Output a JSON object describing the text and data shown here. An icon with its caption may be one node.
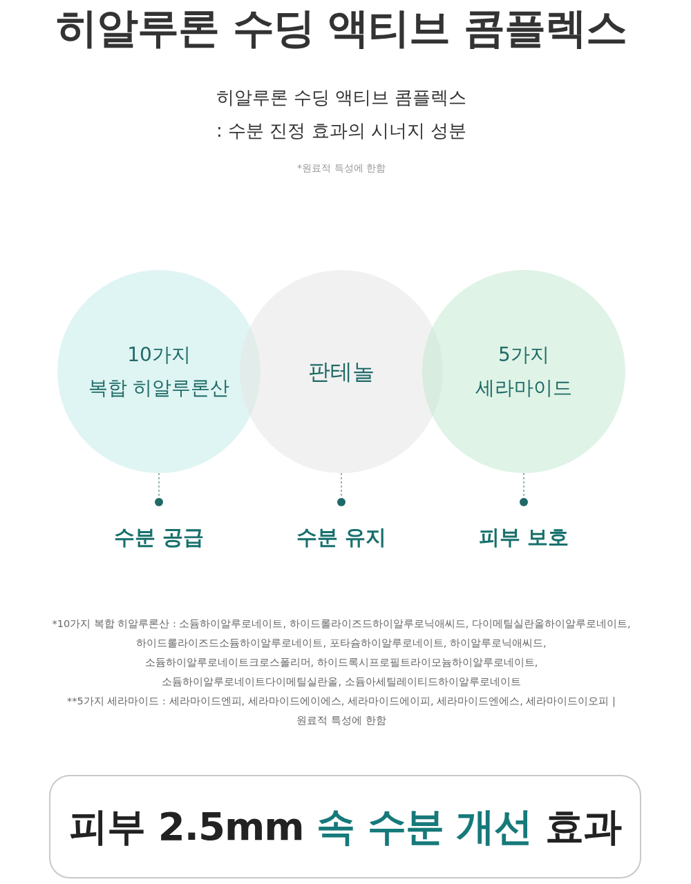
{
  "diagram": {
    "title": "히알루론 수딩 액티브 콤플렉스",
    "nodes": [
      {
        "text": [
          "10가지 복합 히알루론산"
        ]
      },
      {
        "text": [
          "판테놀"
        ]
      },
      {
        "text": [
          "5가지 세라마이드"
        ]
      },
      {
        "text": [],
        "shape": "circle",
        "beside": [
          "수분 공급"
        ]
      },
      {
        "text": [],
        "shape": "circle",
        "beside": [
          "수분 유지"
        ]
      },
      {
        "text": [],
        "shape": "circle",
        "beside": [
          "피부 보호"
        ]
      },
      {
        "text": [
          "피부 2.5mm 속 수분 개선 효과"
        ]
      }
    ],
    "edges": [
      {
        "from": 0,
        "to": 3,
        "arrow": "none",
        "style": "dashed"
      },
      {
        "from": 1,
        "to": 4,
        "arrow": "none",
        "style": "dashed"
      },
      {
        "from": 2,
        "to": 5,
        "arrow": "none",
        "style": "dashed"
      }
    ],
    "labels": [
      "히알루론 수딩 액티브 콤플렉스 : 수분 진정 효과의 시너지 성분",
      "*원료적 특성에 한함",
      "*10가지 복합 히알루론산 : 소듐하이알루로네이트, 하이드롤라이즈드하이알루로닉애씨드, 다이메틸실란올하이알루로네이트, 하이드롤라이즈드소듐하이알루로네이트, 포타슘하이알루로네이트, 하이알루로닉애씨드, 소듐하이알루로네이트크로스폴리머, 하이드록시프로필트라이모늄하이알루로네이트, 소듐하이알루로네이트다이메틸실란올, 소듐아세틸레이티드하이알루로네이트",
      "**5가지 세라마이드 : 세라마이드엔피, 세라마이드에이에스, 세라마이드에이피, 세라마이드엔에스, 세라마이드이오피 | 원료적 특성에 한함"
    ]
  }
}
